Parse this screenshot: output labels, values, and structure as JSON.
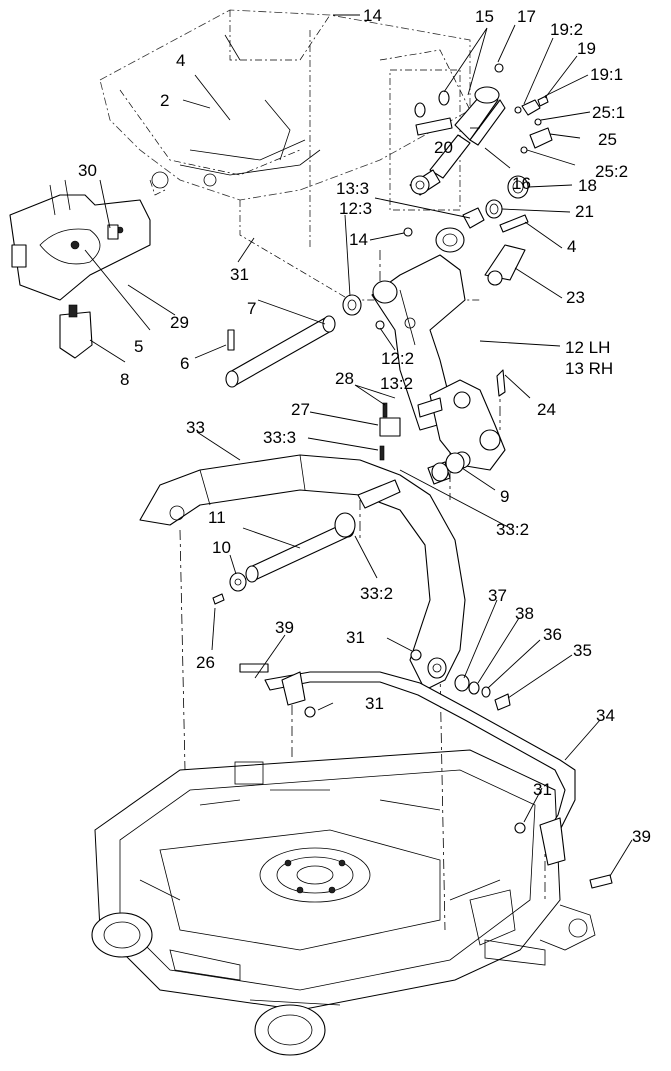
{
  "labels": {
    "l14a": "14",
    "l15": "15",
    "l17": "17",
    "l19_2": "19:2",
    "l19": "19",
    "l19_1": "19:1",
    "l4a": "4",
    "l2": "2",
    "l25_1": "25:1",
    "l25": "25",
    "l20": "20",
    "l25_2": "25:2",
    "l16": "16",
    "l30": "30",
    "l18": "18",
    "l13_3": "13:3",
    "l12_3": "12:3",
    "l21": "21",
    "l31a": "31",
    "l14b": "14",
    "l4b": "4",
    "l29": "29",
    "l23": "23",
    "l7": "7",
    "l5": "5",
    "l6": "6",
    "l12_2": "12:2",
    "l12lh": "12 LH",
    "l13rh": "13 RH",
    "l8": "8",
    "l28": "28",
    "l13_2": "13:2",
    "l24": "24",
    "l33": "33",
    "l27": "27",
    "l33_3": "33:3",
    "l9": "9",
    "l11": "11",
    "l33_2a": "33:2",
    "l10": "10",
    "l33_2b": "33:2",
    "l26": "26",
    "l39a": "39",
    "l37": "37",
    "l38": "38",
    "l36": "36",
    "l35": "35",
    "l31b": "31",
    "l31c": "31",
    "l34": "34",
    "l31d": "31",
    "l39b": "39"
  }
}
